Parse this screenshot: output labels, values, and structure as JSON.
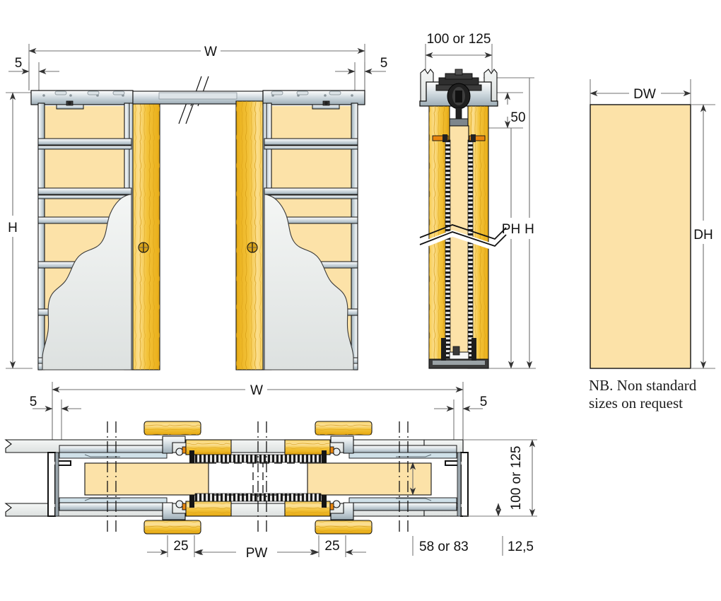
{
  "drawing": {
    "title": "Pocket door frame system dimension drawing",
    "colors": {
      "wood_light": "#FCE2A8",
      "wood_mid": "#F5C63C",
      "wood_dark": "#E8A712",
      "metal_light": "#E9EDEF",
      "metal_mid": "#C9D3D8",
      "metal_dark": "#8C9AA2",
      "plaster": "#E6E9E8",
      "outline": "#111111",
      "dimension": "#6f6f6f",
      "black": "#151515"
    }
  },
  "views": {
    "elevation": {
      "name": "front-elevation-double-pocket-door",
      "dims": {
        "width_label": "W",
        "height_label": "H",
        "gap_left": "5",
        "gap_right": "5"
      }
    },
    "section": {
      "name": "vertical-section",
      "dims": {
        "wall_thickness": "100 or 125",
        "head_height": "50",
        "passage_height": "PH",
        "overall_height": "H"
      }
    },
    "door_panel": {
      "name": "door-leaf-elevation",
      "dims": {
        "door_width": "DW",
        "door_height": "DH"
      },
      "note_line1": "NB. Non standard",
      "note_line2": "sizes on request"
    },
    "plan": {
      "name": "horizontal-plan-section",
      "dims": {
        "width_label": "W",
        "gap_left": "5",
        "gap_right": "5",
        "jamb_left": "25",
        "jamb_right": "25",
        "pocket_width": "PW",
        "cavity_depth": "58 or 83",
        "board_thickness": "12,5",
        "wall_thickness": "100 or 125"
      }
    }
  }
}
